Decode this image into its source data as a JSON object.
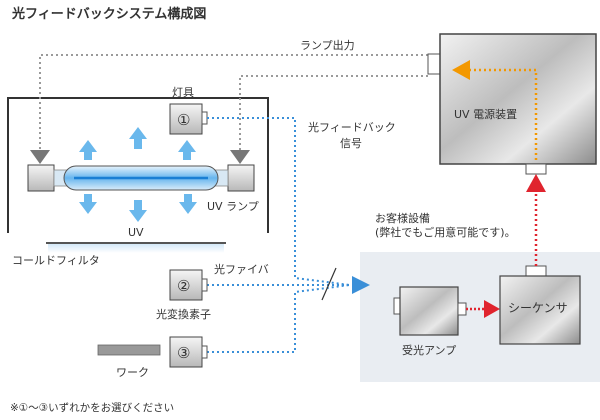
{
  "title": "光フィードバックシステム構成図",
  "labels": {
    "lamp_output": "ランプ出力",
    "fixture": "灯具",
    "uv_power_supply": "UV 電源装置",
    "feedback_signal_1": "光フィードバック",
    "feedback_signal_2": "信号",
    "uv_lamp": "UV ランプ",
    "uv": "UV",
    "cold_filter": "コールドフィルタ",
    "customer_equipment_1": "お客様設備",
    "customer_equipment_2": "(弊社でもご用意可能です)。",
    "optical_fiber": "光ファイバ",
    "photoelectric_element": "光変換素子",
    "sequencer": "シーケンサ",
    "receiver_amp": "受光アンプ",
    "work": "ワーク",
    "marker1": "①",
    "marker2": "②",
    "marker3": "③",
    "footnote": "※①～③いずれかをお選びください"
  },
  "colors": {
    "frame": "#333333",
    "dotted_gray": "#999999",
    "dotted_blue": "#3a8fd8",
    "light_blue_arrow": "#6ab8ec",
    "dotted_red": "#e0242e",
    "dotted_orange": "#f39800",
    "customer_area": "#e9edf2"
  }
}
